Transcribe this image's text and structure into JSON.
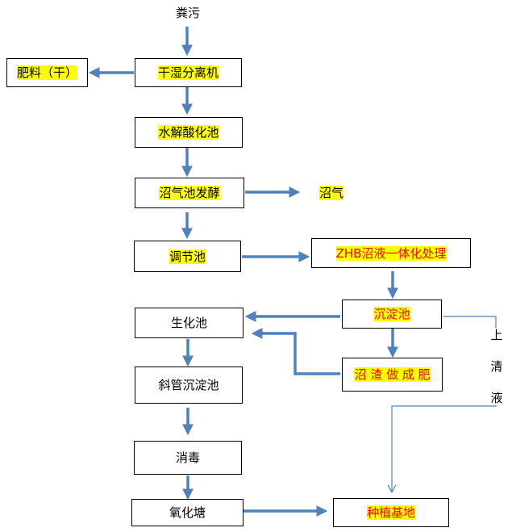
{
  "nodes": {
    "manure": "粪污",
    "separator": "干湿分离机",
    "fertilizer_dry": "肥料（干）",
    "hydrolysis": "水解酸化池",
    "biogas_digester": "沼气池发酵",
    "biogas": "沼气",
    "regulating": "调节池",
    "zhb": "ZHB沼液一体化处理",
    "sedimentation": "沉淀池",
    "biochem": "生化池",
    "residue_fertilizer": "沼 渣 做 成 肥",
    "inclined_tube": "斜管沉淀池",
    "disinfection": "消毒",
    "oxidation_pond": "氧化塘",
    "planting_base": "种植基地"
  },
  "supernatant_chars": [
    "上",
    "清",
    "液"
  ],
  "colors": {
    "arrow": "#4f81bd",
    "highlight": "#ffff00",
    "red_text": "#ff0000"
  }
}
